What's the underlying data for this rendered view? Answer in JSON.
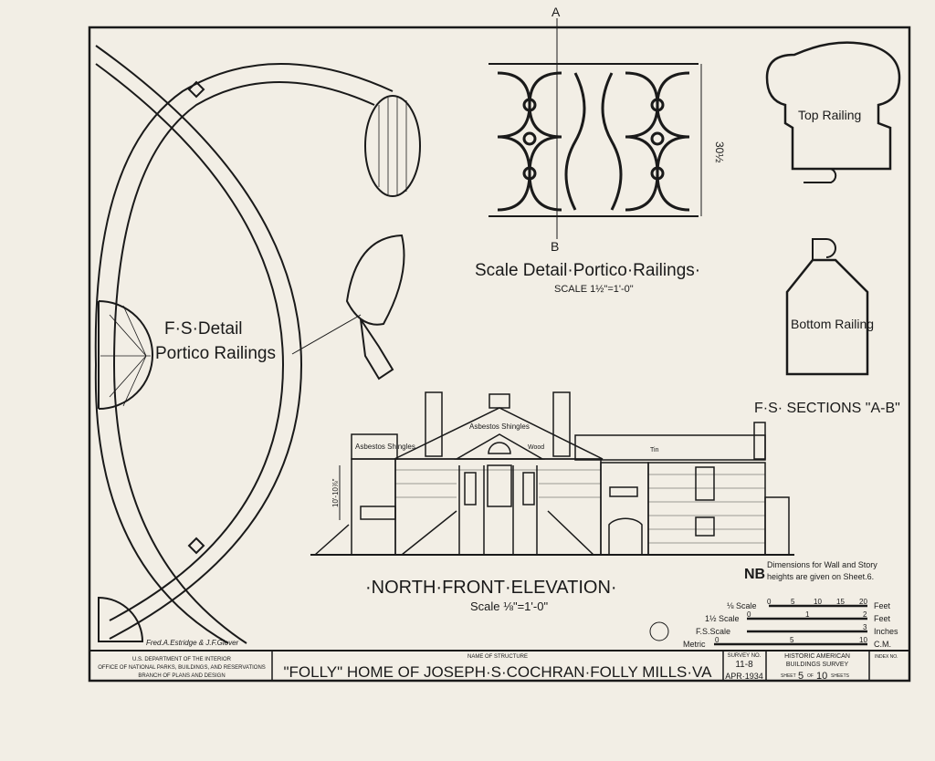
{
  "railing_detail": {
    "section_a": "A",
    "section_b": "B",
    "height_dim": "30½",
    "title": "Scale Detail·Portico·Railings·",
    "scale": "SCALE 1½\"=1'-0\""
  },
  "sections": {
    "top": "Top Railing",
    "bottom": "Bottom Railing",
    "title": "F·S· SECTIONS \"A-B\""
  },
  "fs_detail": {
    "line1": "F·S·Detail",
    "line2": "Portico Railings"
  },
  "elevation": {
    "label_left_roof": "Asbestos Shingles",
    "label_center_roof": "Asbestos Shingles",
    "label_wood": "Wood",
    "label_tin": "Tin",
    "height_dim": "10'-10⅞\"",
    "title": "·NORTH·FRONT·ELEVATION·",
    "scale": "Scale ⅛\"=1'-0\""
  },
  "note": {
    "prefix": "NB",
    "line1": "Dimensions for Wall and Story",
    "line2": "heights are given on Sheet.6."
  },
  "scales": [
    {
      "label": "⅛ Scale",
      "ticks": [
        "0",
        "5",
        "10",
        "15",
        "20"
      ],
      "unit": "Feet"
    },
    {
      "label": "1½ Scale",
      "ticks": [
        "0",
        "1",
        "2"
      ],
      "unit": "Feet"
    },
    {
      "label": "F.S.Scale",
      "ticks": [
        "3"
      ],
      "unit": "Inches"
    },
    {
      "label": "Metric",
      "ticks": [
        "0",
        "5",
        "10"
      ],
      "unit": "C.M."
    }
  ],
  "signature": "Fred.A.Estridge & J.F.Glover",
  "title_block": {
    "agency1": "U.S. DEPARTMENT OF THE INTERIOR",
    "agency2": "OFFICE OF NATIONAL PARKS, BUILDINGS, AND RESERVATIONS",
    "agency3": "BRANCH OF PLANS AND DESIGN",
    "name_label": "NAME OF STRUCTURE",
    "name": "\"FOLLY\" HOME OF JOSEPH·S·COCHRAN·FOLLY MILLS·VA",
    "survey_label": "SURVEY NO.",
    "survey_no": "11-8",
    "date": "APR·1934",
    "habs1": "HISTORIC AMERICAN",
    "habs2": "BUILDINGS SURVEY",
    "sheet_word": "SHEET",
    "sheet_no": "5",
    "of_word": "OF",
    "sheet_total": "10",
    "sheets_word": "SHEETS",
    "index_label": "INDEX NO."
  }
}
